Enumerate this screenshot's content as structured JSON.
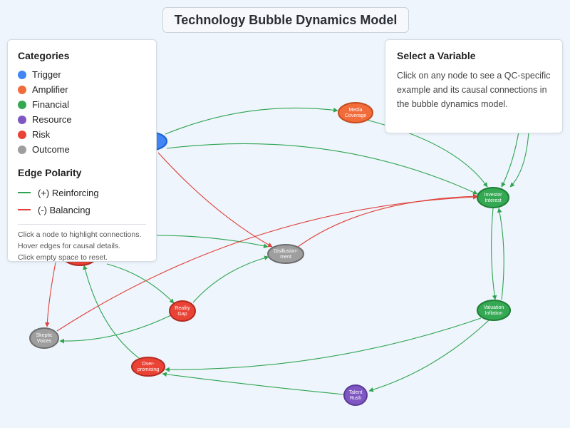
{
  "title": "Technology Bubble Dynamics Model",
  "legend": {
    "categories_heading": "Categories",
    "categories": [
      {
        "label": "Trigger",
        "color": "#4285f4"
      },
      {
        "label": "Amplifier",
        "color": "#f26b3a"
      },
      {
        "label": "Financial",
        "color": "#34a853"
      },
      {
        "label": "Resource",
        "color": "#7e57c2"
      },
      {
        "label": "Risk",
        "color": "#ea4335"
      },
      {
        "label": "Outcome",
        "color": "#9e9e9e"
      }
    ],
    "polarity_heading": "Edge Polarity",
    "polarity": [
      {
        "label": "(+) Reinforcing",
        "color": "#2ea44f"
      },
      {
        "label": "(-) Balancing",
        "color": "#e0413a"
      }
    ],
    "help": [
      "Click a node to highlight connections.",
      "Hover edges for causal details.",
      "Click empty space to reset."
    ]
  },
  "info_panel": {
    "heading": "Select a Variable",
    "body": "Click on any node to see a QC-specific example and its causal connections in the bubble dynamics model."
  },
  "nodes": [
    {
      "id": "media",
      "lines": [
        "Media",
        "Coverage"
      ],
      "category": "Amplifier"
    },
    {
      "id": "investor",
      "lines": [
        "Investor",
        "Interest"
      ],
      "category": "Financial"
    },
    {
      "id": "disillusion",
      "lines": [
        "Disillusion-",
        "ment"
      ],
      "category": "Outcome"
    },
    {
      "id": "reality",
      "lines": [
        "Reality",
        "Gap"
      ],
      "category": "Risk"
    },
    {
      "id": "valuation",
      "lines": [
        "Valuation",
        "Inflation"
      ],
      "category": "Financial"
    },
    {
      "id": "skeptic",
      "lines": [
        "Skeptic",
        "Voices"
      ],
      "category": "Outcome"
    },
    {
      "id": "overpromising",
      "lines": [
        "Over-",
        "promising"
      ],
      "category": "Risk"
    },
    {
      "id": "talent",
      "lines": [
        "Talent",
        "Rush"
      ],
      "category": "Resource"
    },
    {
      "id": "trigger",
      "lines": [],
      "category": "Trigger"
    },
    {
      "id": "riskleft",
      "lines": [],
      "category": "Risk"
    }
  ]
}
